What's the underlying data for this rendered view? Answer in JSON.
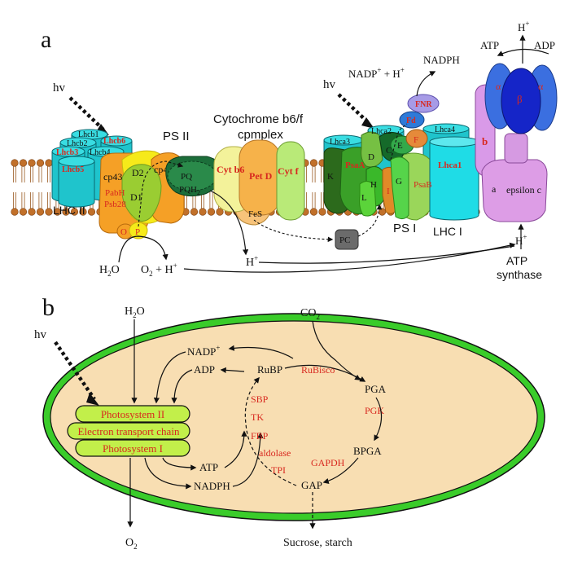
{
  "panel_a": {
    "letter": "a",
    "light_label": "hv",
    "light_label_psi": "hv",
    "psii": {
      "title": "PS II",
      "lhc_label": "LHC II",
      "lhcb1": "Lhcb1",
      "lhcb2": "Lhcb2",
      "lhcb6": "Lhcb6",
      "lhcb3": "Lhcb3",
      "lhcb4": "Lhcb4",
      "lhcb5": "Lhcb5",
      "cp43": "cp43",
      "pabh": "PabH",
      "psb28": "Psb28",
      "d1": "D1",
      "d2": "D2",
      "cp47": "cp47",
      "o": "O",
      "p": "P"
    },
    "pq": {
      "pq": "PQ",
      "pqh2_main": "PQH",
      "pqh2_sub": "2"
    },
    "cyt": {
      "title_line1": "Cytochrome b6/f",
      "title_line2": "cpmplex",
      "cyt_b6": "Cyt b6",
      "pet_d": "Pet D",
      "cyt_f": "Cyt f",
      "fes": "FeS"
    },
    "psi": {
      "title": "PS I",
      "lhc_label": "LHC I",
      "lhca3": "Lhca3",
      "lhca2": "Lhca2",
      "lhca4": "Lhca4",
      "lhca1": "Lhca1",
      "k": "K",
      "psaa": "PsaA",
      "psab": "PsaB",
      "d": "D",
      "c": "C",
      "e": "E",
      "f": "F",
      "h": "H",
      "l": "L",
      "i": "I",
      "g": "G",
      "pc": "PC"
    },
    "fnr": "FNR",
    "fd": "Fd",
    "nadp_plus_main": "NADP",
    "nadp_plus_sup": "+",
    "nadp_plus_h": " + H",
    "nadp_plus_h_sup": "+",
    "nadph": "NADPH",
    "h2o_main": "H",
    "h2o_sub": "2",
    "h2o_tail": "O",
    "o2_main": "O",
    "o2_sub": "2",
    "o2_tail": " + H",
    "o2_sup": "+",
    "h_plus_main": "H",
    "h_plus_sup": "+",
    "atp_synthase": {
      "atp": "ATP",
      "adp": "ADP",
      "h_top_main": "H",
      "h_top_sup": "+",
      "h_bot_main": "H",
      "h_bot_sup": "+",
      "alpha_left": "α",
      "alpha_right": "α",
      "beta": "β",
      "b": "b",
      "a": "a",
      "epsilon_c": "epsilon c",
      "label_line1": "ATP",
      "label_line2": "synthase"
    }
  },
  "panel_b": {
    "letter": "b",
    "light_label": "hv",
    "h2o_main": "H",
    "h2o_sub": "2",
    "h2o_tail": "O",
    "co2_main": "CO",
    "co2_sub": "2",
    "o2_main": "O",
    "o2_sub": "2",
    "photosystem_ii": "Photosystem II",
    "electron_transport_chain": "Electron transport chain",
    "photosystem_i": "Photosystem I",
    "nadp_main": "NADP",
    "nadp_sup": "+",
    "adp": "ADP",
    "atp": "ATP",
    "nadph": "NADPH",
    "rubp": "RuBP",
    "rubisco": "RuBisco",
    "pga": "PGA",
    "pgk": "PGK",
    "bpga": "BPGA",
    "gapdh": "GAPDH",
    "gap": "GAP",
    "sbp": "SBP",
    "tk": "TK",
    "fbp": "FBP",
    "aldolase": "aldolase",
    "tpi": "TPI",
    "sucrose_starch": "Sucrose, starch"
  }
}
